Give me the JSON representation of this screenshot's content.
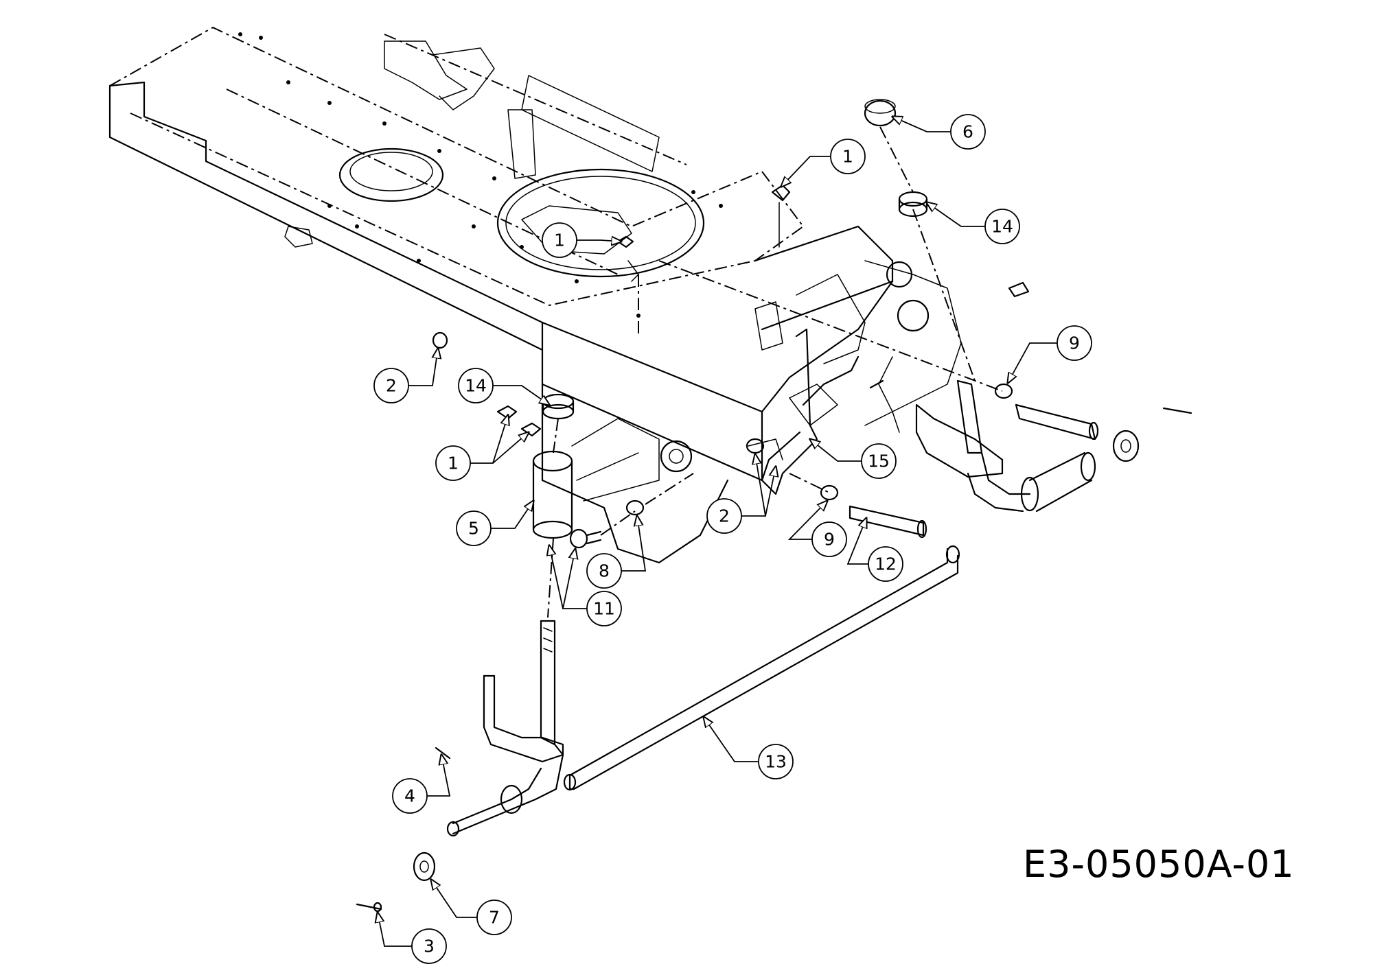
{
  "drawing_number": "E3-05050A-01",
  "callouts": [
    {
      "id": "c1a",
      "label": "1"
    },
    {
      "id": "c1b",
      "label": "1"
    },
    {
      "id": "c1c",
      "label": "1"
    },
    {
      "id": "c2a",
      "label": "2"
    },
    {
      "id": "c2b",
      "label": "2"
    },
    {
      "id": "c3",
      "label": "3"
    },
    {
      "id": "c4",
      "label": "4"
    },
    {
      "id": "c5",
      "label": "5"
    },
    {
      "id": "c6",
      "label": "6"
    },
    {
      "id": "c7",
      "label": "7"
    },
    {
      "id": "c8",
      "label": "8"
    },
    {
      "id": "c9a",
      "label": "9"
    },
    {
      "id": "c9b",
      "label": "9"
    },
    {
      "id": "c11",
      "label": "11"
    },
    {
      "id": "c12",
      "label": "12"
    },
    {
      "id": "c13",
      "label": "13"
    },
    {
      "id": "c14a",
      "label": "14"
    },
    {
      "id": "c14b",
      "label": "14"
    },
    {
      "id": "c15",
      "label": "15"
    }
  ]
}
